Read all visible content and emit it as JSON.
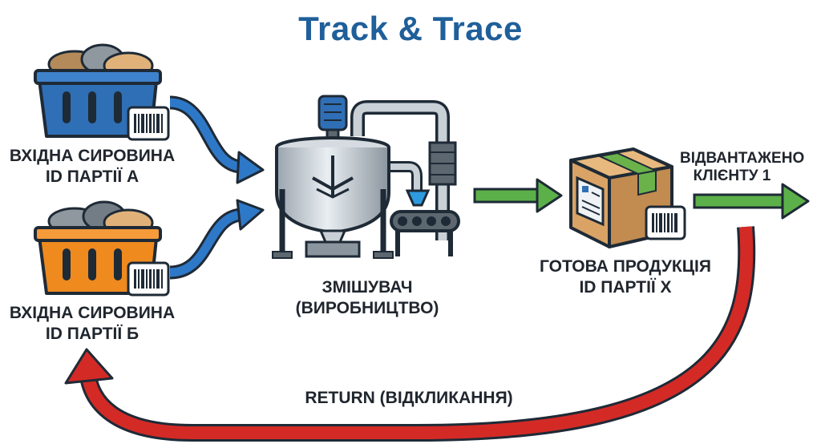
{
  "title": "Track & Trace",
  "nodes": {
    "raw_a": {
      "line1": "ВХІДНА СИРОВИНА",
      "line2": "ID ПАРТІЇ А",
      "color": "#2f6fb5"
    },
    "raw_b": {
      "line1": "ВХІДНА СИРОВИНА",
      "line2": "ID ПАРТІЇ Б",
      "color": "#ef8a1f"
    },
    "mixer": {
      "line1": "ЗМІШУВАЧ",
      "line2": "(ВИРОБНИЦТВО)"
    },
    "product": {
      "line1": "ГОТОВА ПРОДУКЦІЯ",
      "line2": "ID ПАРТІЇ Х"
    },
    "shipped": {
      "line1": "ВІДВАНТАЖЕНО",
      "line2": "КЛІЄНТУ 1"
    }
  },
  "return_label": "RETURN (ВІДКЛИКАННЯ)",
  "colors": {
    "title": "#1f5f9a",
    "input_arrows": "#2e78c8",
    "forward_arrows": "#5cb04a",
    "return_arrow": "#d42a26",
    "box": "#d9a366",
    "box_tape": "#6bb24a",
    "outline": "#1e2a36"
  },
  "icons": [
    "raw-material-bin-icon",
    "barcode-icon",
    "mixer-machine-icon",
    "conveyor-icon",
    "cardboard-box-icon"
  ]
}
